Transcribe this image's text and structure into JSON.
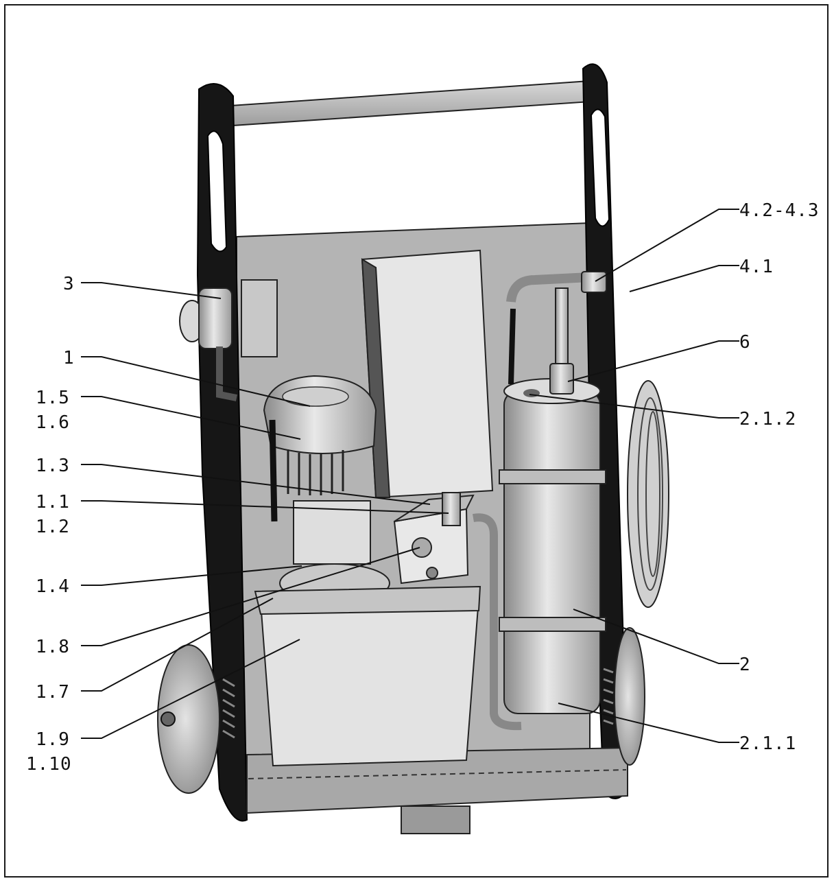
{
  "labels": {
    "l_3": "3",
    "l_1": "1",
    "l_1_5": "1.5",
    "l_1_6": "1.6",
    "l_1_3": "1.3",
    "l_1_1": "1.1",
    "l_1_2": "1.2",
    "l_1_4": "1.4",
    "l_1_8": "1.8",
    "l_1_7": "1.7",
    "l_1_9": "1.9",
    "l_1_10": "1.10",
    "l_4_2_4_3": "4.2-4.3",
    "l_4_1": "4.1",
    "l_6": "6",
    "l_2_1_2": "2.1.2",
    "l_2": "2",
    "l_2_1_1": "2.1.1"
  }
}
